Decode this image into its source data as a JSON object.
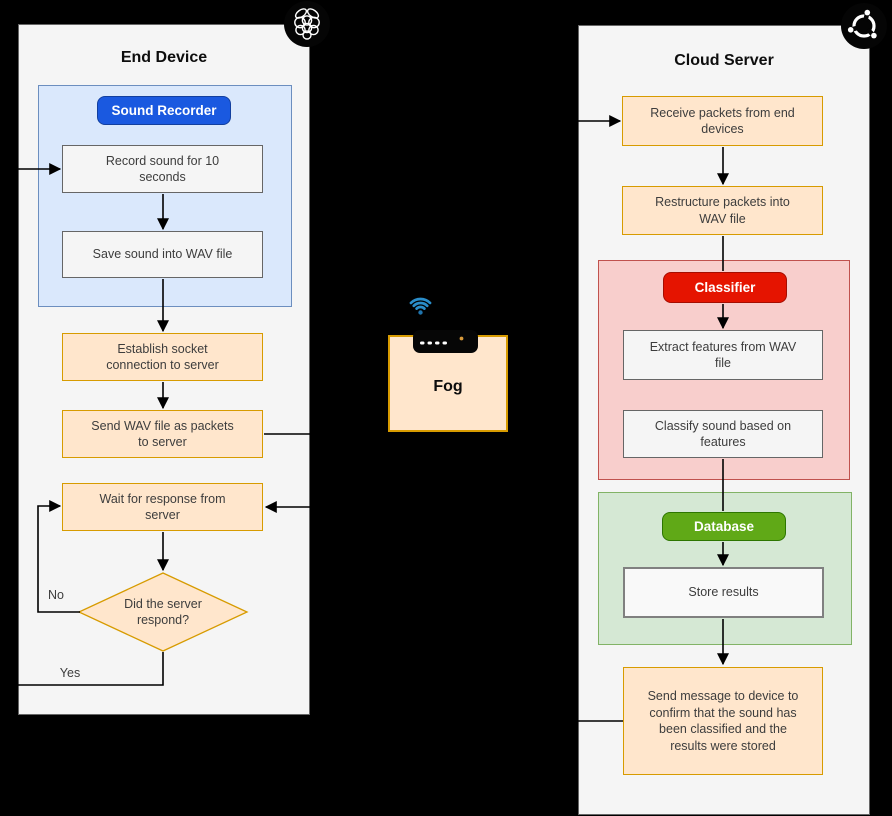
{
  "end_device": {
    "title": "End Device",
    "recorder_group_label": "Sound Recorder",
    "record_step": "Record sound for 10\nseconds",
    "save_step": "Save sound into WAV file",
    "establish_step": "Establish socket\nconnection to server",
    "send_step": "Send WAV file as packets\nto server",
    "wait_step": "Wait for response from\nserver",
    "decision": "Did the server\nrespond?",
    "no_label": "No",
    "yes_label": "Yes"
  },
  "fog": {
    "label": "Fog"
  },
  "cloud_server": {
    "title": "Cloud Server",
    "receive_step": "Receive packets from end\ndevices",
    "restructure_step": "Restructure packets into\nWAV file",
    "classifier_group_label": "Classifier",
    "extract_step": "Extract features from WAV\nfile",
    "classify_step": "Classify sound based on\nfeatures",
    "database_group_label": "Database",
    "store_step": "Store results",
    "confirm_step": "Send message to device to\nconfirm that the sound has\nbeen classified and the\nresults were stored"
  },
  "icons": {
    "end_device_badge": "raspberry-pi-icon",
    "cloud_server_badge": "ubuntu-icon",
    "fog_badges": [
      "wifi-icon",
      "router-icon"
    ]
  },
  "colors": {
    "background": "#000000",
    "panel_fill": "#f5f5f5",
    "accent_blue": "#1a59e0",
    "accent_red": "#e51400",
    "accent_green": "#60a917",
    "node_orange_fill": "#ffe6cc",
    "node_orange_stroke": "#d79b00",
    "group_blue_fill": "#dae8fc",
    "group_blue_stroke": "#6c8ebf",
    "group_red_fill": "#f8cecc",
    "group_red_stroke": "#c0524e",
    "group_green_fill": "#d5e8d4",
    "group_green_stroke": "#82b366",
    "wifi_blue": "#2a8dc9"
  }
}
